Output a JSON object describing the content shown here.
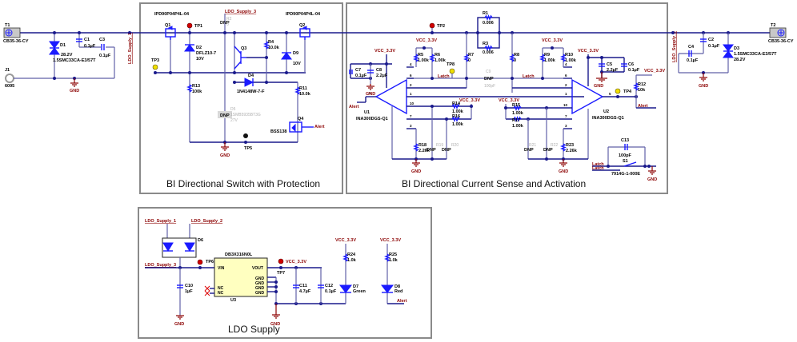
{
  "sections": {
    "switch_title": "BI Directional Switch with Protection",
    "sense_title": "BI Directional Current Sense and Activation",
    "ldo_title": "LDO Supply"
  },
  "nets": {
    "vcc": "VCC_3.3V",
    "gnd": "GND",
    "alert": "Alert",
    "latch": "Latch",
    "ldo1": "LDO_Supply_1",
    "ldo2": "LDO_Supply_2",
    "ldo3": "LDO_Supply_3"
  },
  "components": {
    "T1": {
      "ref": "T1",
      "value": "CB35-36-CY"
    },
    "T2": {
      "ref": "T2",
      "value": "CB35-36-CY"
    },
    "J1": {
      "ref": "J1",
      "value": "6095"
    },
    "D1": {
      "ref": "D1",
      "value": "28.2V",
      "part": "1.5SMC33CA-E3/57T"
    },
    "D3": {
      "ref": "D3",
      "value": "28.2V",
      "part": "1.5SMC33CA-E3/57T"
    },
    "C1": {
      "ref": "C1",
      "value": "0.1µF"
    },
    "C2": {
      "ref": "C2",
      "value": "0.1µF"
    },
    "C3": {
      "ref": "C3",
      "value": "0.1µF"
    },
    "C4": {
      "ref": "C4",
      "value": "0.1µF"
    },
    "Q1": {
      "ref": "Q1",
      "part": "IPD90P04P4L-04"
    },
    "Q2": {
      "ref": "Q2",
      "part": "IPD90P04P4L-04"
    },
    "Q3": {
      "ref": "Q3"
    },
    "Q4": {
      "ref": "Q4",
      "part": "BSS138"
    },
    "D2": {
      "ref": "D2",
      "part": "DFLZ10-7",
      "value": "10V"
    },
    "D9": {
      "ref": "D9",
      "value": "10V"
    },
    "D4": {
      "ref": "D4",
      "part": "1N4148W-7-F"
    },
    "D5": {
      "ref": "D5",
      "part": "1SMB5935BT3G",
      "value": "27V",
      "dnp": "DNP"
    },
    "R2": {
      "ref": "R2",
      "value": "0",
      "dnp": "DNP"
    },
    "R4": {
      "ref": "R4",
      "value": "10.0k"
    },
    "R11": {
      "ref": "R11",
      "value": "10.0k"
    },
    "R13": {
      "ref": "R13",
      "value": "100k"
    },
    "R1": {
      "ref": "R1",
      "value": "0.006"
    },
    "R3": {
      "ref": "R3",
      "value": "0.006"
    },
    "R5": {
      "ref": "R5",
      "value": "1.00k"
    },
    "R6": {
      "ref": "R6",
      "value": "1.00k"
    },
    "R7": {
      "ref": "R7",
      "value": "0"
    },
    "R8": {
      "ref": "R8",
      "value": "0"
    },
    "R9": {
      "ref": "R9",
      "value": "1.00k"
    },
    "R10": {
      "ref": "R10",
      "value": "1.00k"
    },
    "R12": {
      "ref": "R12",
      "value": "10k"
    },
    "R14": {
      "ref": "R14",
      "value": "1.00k"
    },
    "R15": {
      "ref": "R15",
      "value": "1.00k"
    },
    "R16": {
      "ref": "R16",
      "value": "1.00k"
    },
    "R17": {
      "ref": "R17",
      "value": "1.00k"
    },
    "R18": {
      "ref": "R18",
      "value": "2.26k"
    },
    "R19": {
      "ref": "R19",
      "value": "1.00k",
      "dnp": "DNP"
    },
    "R20": {
      "ref": "R20",
      "value": "1.00k",
      "dnp": "DNP"
    },
    "R21": {
      "ref": "R21",
      "value": "1.00k",
      "dnp": "DNP"
    },
    "R22": {
      "ref": "R22",
      "value": "1.00k",
      "dnp": "DNP"
    },
    "R23": {
      "ref": "R23",
      "value": "2.26k"
    },
    "C5": {
      "ref": "C5",
      "value": "2.2µF"
    },
    "C6": {
      "ref": "C6",
      "value": "0.1µF"
    },
    "C7": {
      "ref": "C7",
      "value": "0.1µF"
    },
    "C8": {
      "ref": "C8",
      "value": "2.2µF"
    },
    "C9": {
      "ref": "C9",
      "value": "100pF",
      "dnp": "DNP"
    },
    "C13": {
      "ref": "C13",
      "value": "100pF"
    },
    "S1": {
      "ref": "S1",
      "part": "7914G-1-000E"
    },
    "U1": {
      "ref": "U1",
      "part": "INA300DGS-Q1"
    },
    "U2": {
      "ref": "U2",
      "part": "INA300DGS-Q1"
    },
    "D6": {
      "ref": "D6"
    },
    "U3": {
      "ref": "U3",
      "part": "DB3X316N0L"
    },
    "C10": {
      "ref": "C10",
      "value": "1µF"
    },
    "C11": {
      "ref": "C11",
      "value": "4.7µF"
    },
    "C12": {
      "ref": "C12",
      "value": "0.1µF"
    },
    "R24": {
      "ref": "R24",
      "value": "1.0k"
    },
    "R25": {
      "ref": "R25",
      "value": "1.0k"
    },
    "D7": {
      "ref": "D7",
      "value": "Green"
    },
    "D8": {
      "ref": "D8",
      "value": "Red"
    }
  },
  "testpoints": [
    "TP1",
    "TP2",
    "TP3",
    "TP4",
    "TP5",
    "TP6",
    "TP7",
    "TP8"
  ],
  "u3_pins": {
    "vin": "VIN",
    "vout": "VOUT",
    "gnd": "GND",
    "nc": "NC"
  }
}
